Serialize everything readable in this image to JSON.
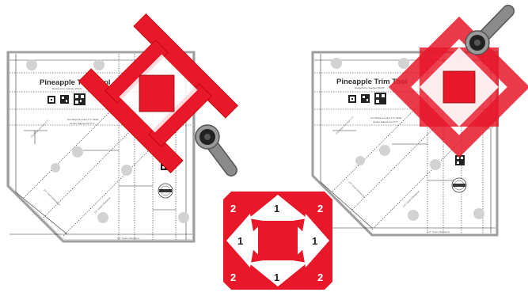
{
  "colors": {
    "red": "#e8182a",
    "red_translucent": "#e8182a",
    "ruler_border": "#9d9d9d",
    "ruler_fill": "#ffffff",
    "dot_gray": "#d2d2d2",
    "handle_gray": "#7d7d7d",
    "knob_dark": "#2c2c2c"
  },
  "icons": [
    "rotary-cutter-icon",
    "qr-code-icon",
    "logo-seal-icon"
  ],
  "left_ruler": {
    "title": "Pineapple Trim Tool",
    "designer": "Designed by Jeanlee Wright",
    "cut_line1": "Cut Strips at Least 1 ½\" Wide",
    "cut_line2": "Center Square Cut 3 ½\"",
    "seam_bottom": "1/4\" Seam Allowance",
    "seam_top": "1/4\" Seam Allowance",
    "seam_diag": "1/4\" Seam Allowance",
    "diag_label": "Cut Strips at Least 1 ½\""
  },
  "right_ruler": {
    "title": "Pineapple Trim Tool",
    "designer": "Designed by Jeanlee Wright",
    "cut_line1": "Cut Strips at Least 1 ½\" Wide",
    "cut_line2": "Center Square Cut 3 ½\"",
    "seam_bottom": "1/4\" Seam Allowance",
    "seam_top": "1/4\" Seam Allowance",
    "seam_diag": "1/4\" Seam Allowance",
    "diag_label": "Cut Strips at Least 1 ½\""
  },
  "block": {
    "labels": {
      "top": "1",
      "left": "1",
      "right": "1",
      "bottom": "1",
      "top_left": "2",
      "top_right": "2",
      "bottom_left": "2",
      "bottom_right": "2"
    }
  }
}
